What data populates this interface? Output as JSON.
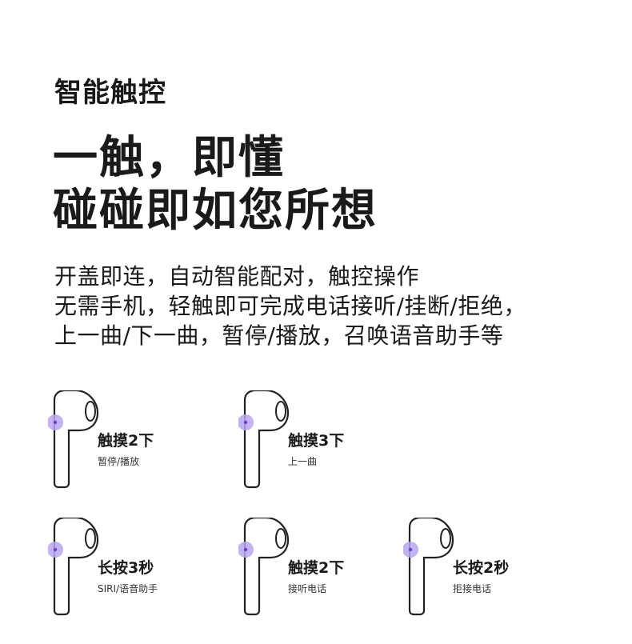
{
  "section_label": "智能触控",
  "headline": {
    "line1": "一触，即懂",
    "line2": "碰碰即如您所想"
  },
  "description": {
    "line1": "开盖即连，自动智能配对，触控操作",
    "line2": "无需手机，轻触即可完成电话接听/挂断/拒绝，",
    "line3": "上一曲/下一曲，暂停/播放，召唤语音助手等"
  },
  "colors": {
    "touch_dot": "#b9a6f0",
    "touch_dot_center": "#6a3fd6",
    "outline": "#222222"
  },
  "gestures": [
    {
      "icon": "earbud-icon",
      "title": "触摸2下",
      "subtitle": "暂停/播放"
    },
    {
      "icon": "earbud-icon",
      "title": "触摸3下",
      "subtitle": "上一曲"
    },
    {
      "icon": "earbud-icon",
      "title": "长按3秒",
      "subtitle": "SIRI/语音助手"
    },
    {
      "icon": "earbud-icon",
      "title": "触摸2下",
      "subtitle": "接听电话"
    },
    {
      "icon": "earbud-icon",
      "title": "长按2秒",
      "subtitle": "拒接电话"
    }
  ]
}
